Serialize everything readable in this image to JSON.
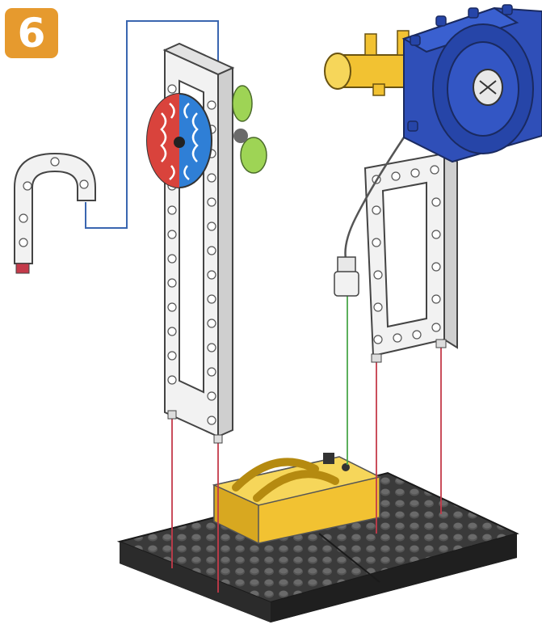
{
  "step": {
    "number": "6"
  },
  "colors": {
    "badge": "#e69a2e",
    "motor": "#2f4fb8",
    "gear": "#f2c232",
    "frame": "#f2f2f2",
    "baseplate": "#3a3a3a",
    "guide_blue": "#3a66b0",
    "guide_red": "#c43a4a",
    "guide_green": "#4aa84a",
    "disc_red": "#d9433c",
    "disc_blue": "#2f7fd6",
    "fan_green": "#9ed455"
  },
  "parts": [
    {
      "name": "arch-connector",
      "icon": "curved-beam-icon"
    },
    {
      "name": "tall-frame",
      "icon": "frame-icon"
    },
    {
      "name": "spiral-disc",
      "icon": "spiral-disc-icon"
    },
    {
      "name": "fan-blade",
      "icon": "fan-icon"
    },
    {
      "name": "motor-unit",
      "icon": "motor-icon"
    },
    {
      "name": "short-frame",
      "icon": "frame-icon"
    },
    {
      "name": "battery-holder",
      "icon": "battery-box-icon"
    },
    {
      "name": "baseplate",
      "icon": "baseplate-icon"
    }
  ]
}
